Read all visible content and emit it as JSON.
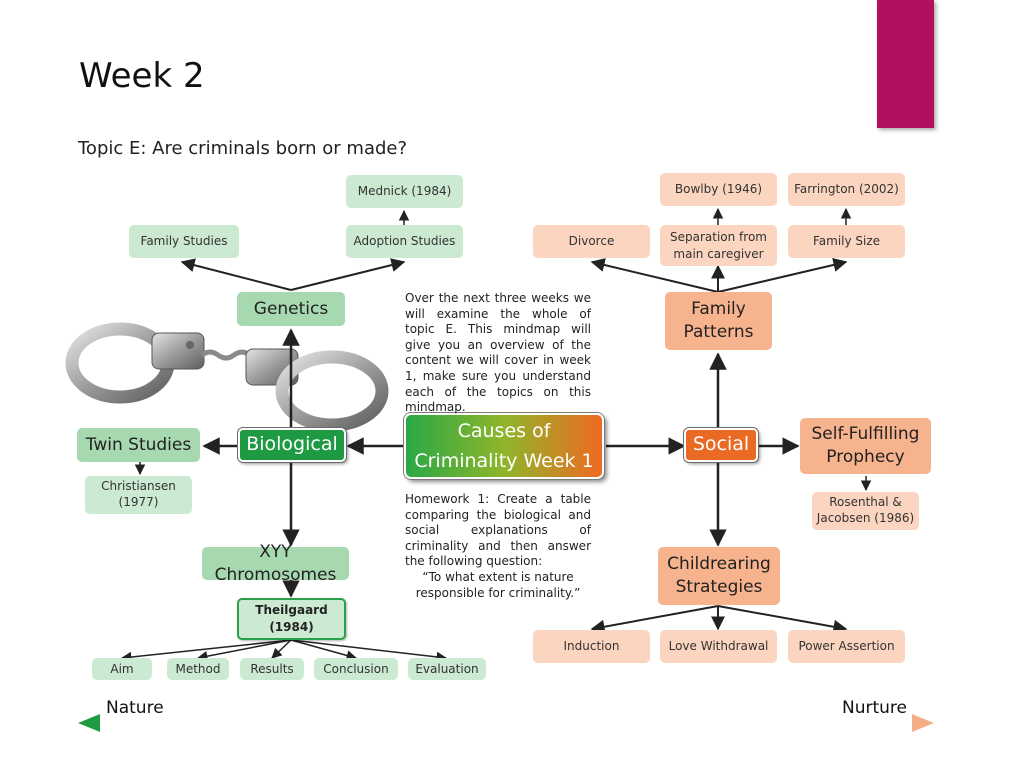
{
  "slide": {
    "title": "Week 2",
    "topic": "Topic E: Are criminals born or made?"
  },
  "colors": {
    "accent": "#b0105f",
    "nature_green": "#1e9a43",
    "nurture_orange": "#ea6a24"
  },
  "center": {
    "line1": "Causes of",
    "line2": "Criminality Week 1"
  },
  "biological": {
    "label": "Biological",
    "genetics": {
      "label": "Genetics",
      "family_studies": "Family Studies",
      "adoption_studies": "Adoption Studies",
      "mednick": "Mednick (1984)"
    },
    "twin_studies": {
      "label": "Twin Studies",
      "ref_line1": "Christiansen",
      "ref_line2": "(1977)"
    },
    "xyy": {
      "label": "XYY Chromosomes",
      "study_line1": "Theilgaard",
      "study_line2": "(1984)",
      "parts": [
        "Aim",
        "Method",
        "Results",
        "Conclusion",
        "Evaluation"
      ]
    }
  },
  "social": {
    "label": "Social",
    "family_patterns": {
      "line1": "Family",
      "line2": "Patterns",
      "divorce": "Divorce",
      "separation_line1": "Separation from",
      "separation_line2": "main caregiver",
      "family_size": "Family Size",
      "bowlby": "Bowlby (1946)",
      "farrington": "Farrington (2002)"
    },
    "self_fulfilling": {
      "line1": "Self-Fulfilling",
      "line2": "Prophecy",
      "ref_line1": "Rosenthal &",
      "ref_line2": "Jacobsen (1986)"
    },
    "childrearing": {
      "line1": "Childrearing",
      "line2": "Strategies",
      "items": [
        "Induction",
        "Love Withdrawal",
        "Power Assertion"
      ]
    }
  },
  "text_blocks": {
    "overview": "Over the next three weeks we will examine the whole of topic E. This mindmap will give you an overview of the content we will cover in week 1, make sure you understand each of the topics on this mindmap.",
    "homework": "Homework 1: Create a table comparing the biological and social explanations of criminality and then answer the following question:",
    "quote_line1": "“To what extent is nature",
    "quote_line2": "responsible for criminality.”"
  },
  "axis": {
    "left": "Nature",
    "right": "Nurture"
  },
  "image": {
    "name": "handcuffs-image"
  }
}
